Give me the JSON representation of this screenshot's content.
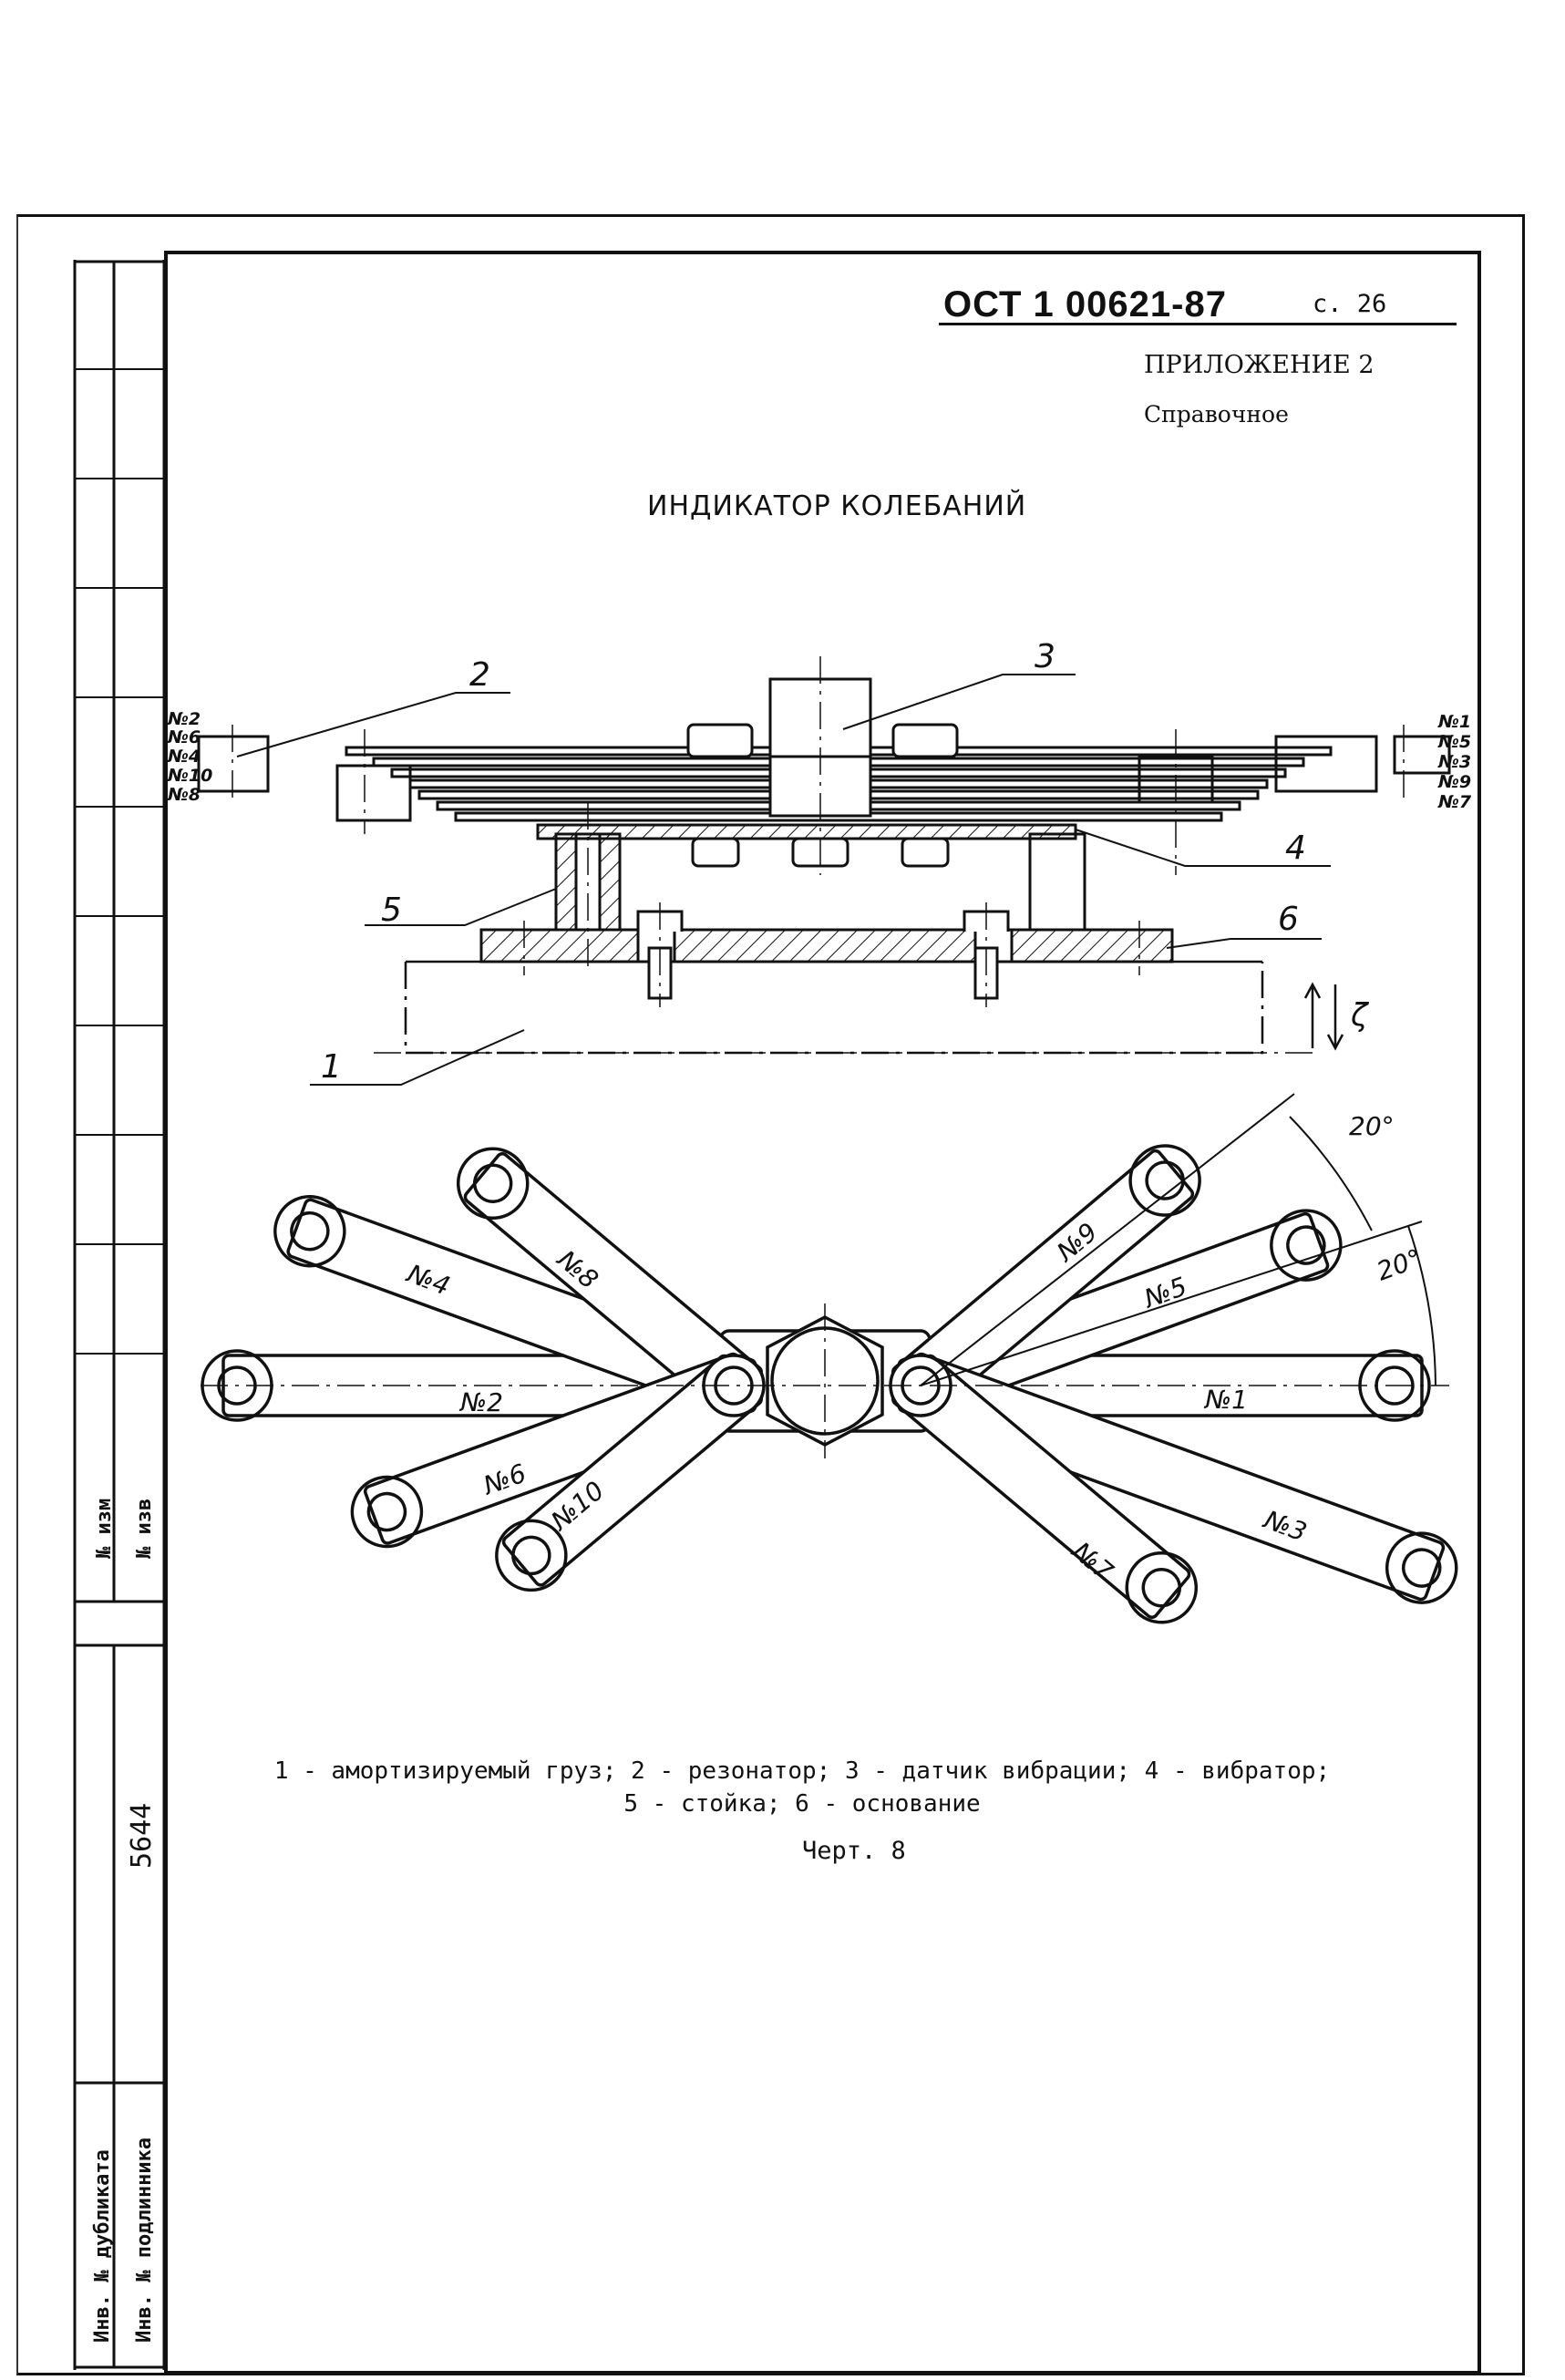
{
  "header": {
    "doc_code": "ОСТ 1 00621-87",
    "page": "с. 26",
    "appendix": "ПРИЛОЖЕНИЕ 2",
    "appendix_type": "Справочное"
  },
  "title": "ИНДИКАТОР КОЛЕБАНИЙ",
  "drawing": {
    "callouts": [
      "1",
      "2",
      "3",
      "4",
      "5",
      "6"
    ],
    "axis_label": "ζ",
    "angles": [
      "20°",
      "20°"
    ],
    "left_plate_labels": [
      "№2",
      "№6",
      "№4",
      "№10",
      "№8"
    ],
    "right_plate_labels": [
      "№1",
      "№5",
      "№3",
      "№9",
      "№7"
    ],
    "arm_labels": [
      "№1",
      "№2",
      "№3",
      "№4",
      "№5",
      "№6",
      "№7",
      "№8",
      "№9",
      "№10"
    ]
  },
  "legend_line1": "1 - амортизируемый груз; 2 - резонатор; 3 - датчик вибрации; 4 - вибратор;",
  "legend_line2": "5 - стойка; 6 - основание",
  "caption": "Черт. 8",
  "side_stamp": {
    "rev_no": "№ изм",
    "doc_no": "№ изв",
    "dup_inv": "Инв. № дубликата",
    "orig_inv": "Инв. № подлинника",
    "orig_number": "5644"
  }
}
